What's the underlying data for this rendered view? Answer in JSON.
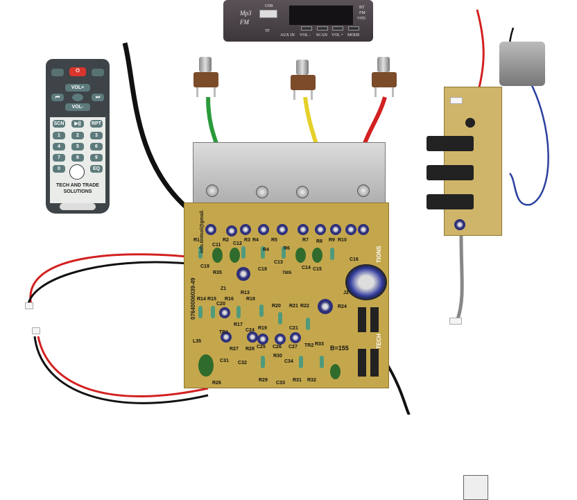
{
  "mp3_module": {
    "brand_line1": "Mp3",
    "brand_line2": "FM",
    "usb_label": "USB",
    "tf_label": "TF",
    "formats": [
      "BT",
      "FM",
      "VFD"
    ],
    "buttons": [
      "AUX IN",
      "VOL -",
      "SCAN",
      "VOL +",
      "MODE"
    ]
  },
  "remote": {
    "vol_up": "VOL+",
    "vol_down": "VOL-",
    "keys": [
      "SCN",
      "▶||",
      "RPT",
      "1",
      "2",
      "3",
      "4",
      "5",
      "6",
      "7",
      "8",
      "9",
      "0",
      "EQ"
    ],
    "brand_line1": "TECH AND TRADE",
    "brand_line2": "SOLUTIONS"
  },
  "board": {
    "phone": "07640006039-49",
    "email": "info.tmtsol@gmail.",
    "brand_vertical_top": "TIONS",
    "brand_vertical_bottom": "TECH",
    "regulator": "7805",
    "beta_note": "B=155",
    "labels": [
      "R1",
      "C11",
      "R2",
      "C12",
      "R3",
      "R4",
      "R4",
      "R5",
      "R6",
      "R7",
      "R8",
      "R9",
      "R10",
      "C13",
      "C14",
      "C15",
      "C16",
      "C19",
      "C18",
      "R35",
      "Z1",
      "R13",
      "J2",
      "R14",
      "R15",
      "C20",
      "R16",
      "R18",
      "R20",
      "R21",
      "R22",
      "R24",
      "R17",
      "C24",
      "R19",
      "C21",
      "TR1",
      "R27",
      "R28",
      "C25",
      "C26",
      "C27",
      "TR2",
      "R33",
      "C31",
      "C32",
      "R30",
      "C34",
      "R29",
      "C33",
      "R31",
      "R32",
      "R26",
      "L35"
    ]
  },
  "colors": {
    "pcb": "#c4a74c",
    "remote_body": "#3e4448",
    "power_key": "#d8352c",
    "wire_red": "#d32020",
    "wire_black": "#111111"
  }
}
